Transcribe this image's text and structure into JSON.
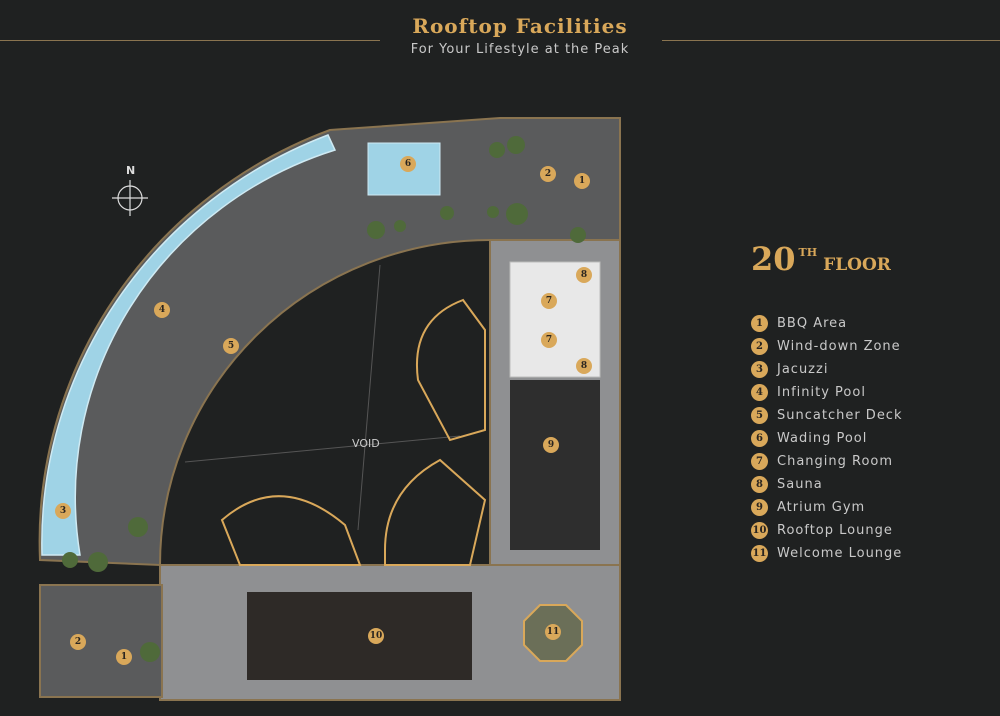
{
  "header": {
    "title": "Rooftop Facilities",
    "subtitle": "For Your Lifestyle at the Peak"
  },
  "floor": {
    "number": "20",
    "suffix": "TH",
    "word": "FLOOR"
  },
  "legend": [
    {
      "num": "1",
      "label": "BBQ Area"
    },
    {
      "num": "2",
      "label": "Wind-down Zone"
    },
    {
      "num": "3",
      "label": "Jacuzzi"
    },
    {
      "num": "4",
      "label": "Infinity Pool"
    },
    {
      "num": "5",
      "label": "Suncatcher Deck"
    },
    {
      "num": "6",
      "label": "Wading Pool"
    },
    {
      "num": "7",
      "label": "Changing Room"
    },
    {
      "num": "8",
      "label": "Sauna"
    },
    {
      "num": "9",
      "label": "Atrium Gym"
    },
    {
      "num": "10",
      "label": "Rooftop Lounge"
    },
    {
      "num": "11",
      "label": "Welcome Lounge"
    }
  ],
  "plan": {
    "void_label": "VOID",
    "compass_label": "N",
    "markers": [
      "6",
      "2",
      "1",
      "8",
      "7",
      "7",
      "8",
      "4",
      "5",
      "9",
      "3",
      "2",
      "1",
      "10",
      "11"
    ]
  },
  "colors": {
    "background": "#1f2121",
    "accent": "#d9a85a",
    "deck": "#5a5b5c",
    "pool": "#9fd3e6",
    "text": "#c9c9c9"
  }
}
